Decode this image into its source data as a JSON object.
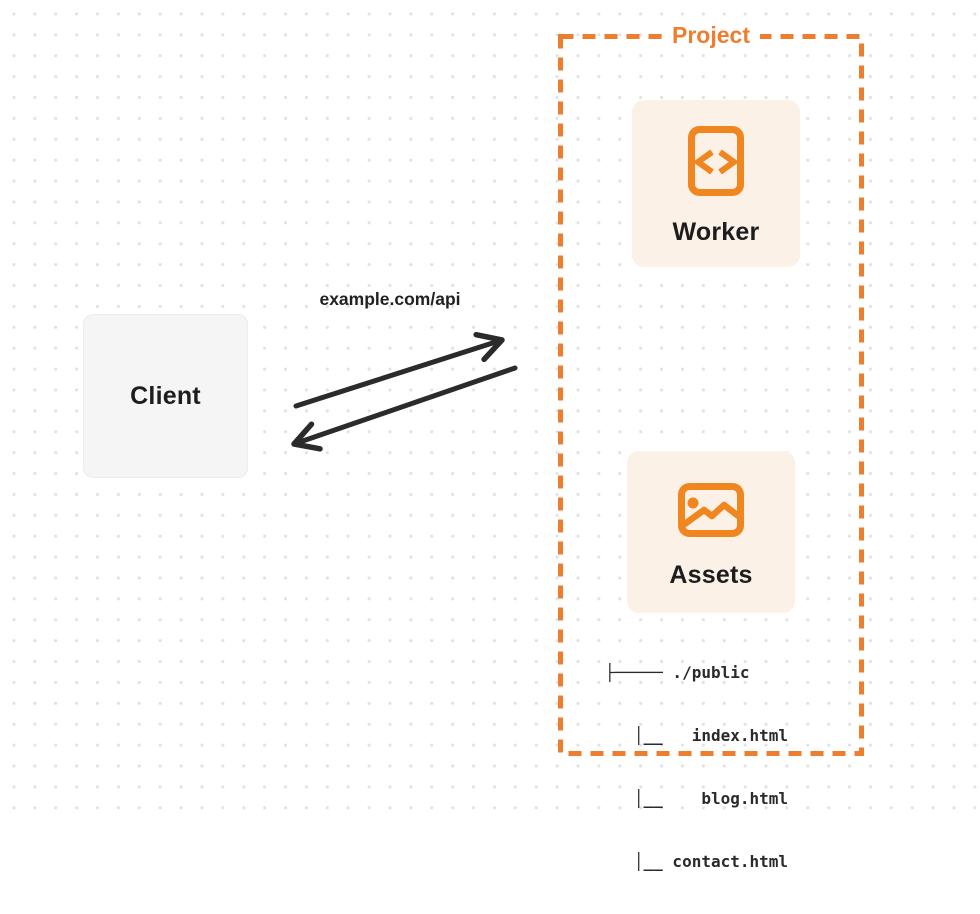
{
  "diagram": {
    "client": {
      "label": "Client"
    },
    "request": {
      "label": "example.com/api"
    },
    "project": {
      "label": "Project",
      "nodes": [
        {
          "id": "worker",
          "label": "Worker",
          "icon": "code-file-icon"
        },
        {
          "id": "assets",
          "label": "Assets",
          "icon": "image-icon"
        }
      ],
      "file_tree": {
        "root": "./public",
        "files": [
          "index.html",
          "blog.html",
          "contact.html"
        ],
        "lines": [
          "├───── ./public",
          "   │__   index.html",
          "   │__    blog.html",
          "   │__ contact.html"
        ]
      }
    },
    "colors": {
      "accent_orange": "#ED7D2F",
      "icon_orange": "#F08620",
      "card_bg": "#FCF1E6",
      "client_bg": "#F5F5F6",
      "arrow": "#2B2B2B",
      "text_dark": "#1D1D1F",
      "dot_grid": "#E2E2E6"
    }
  }
}
